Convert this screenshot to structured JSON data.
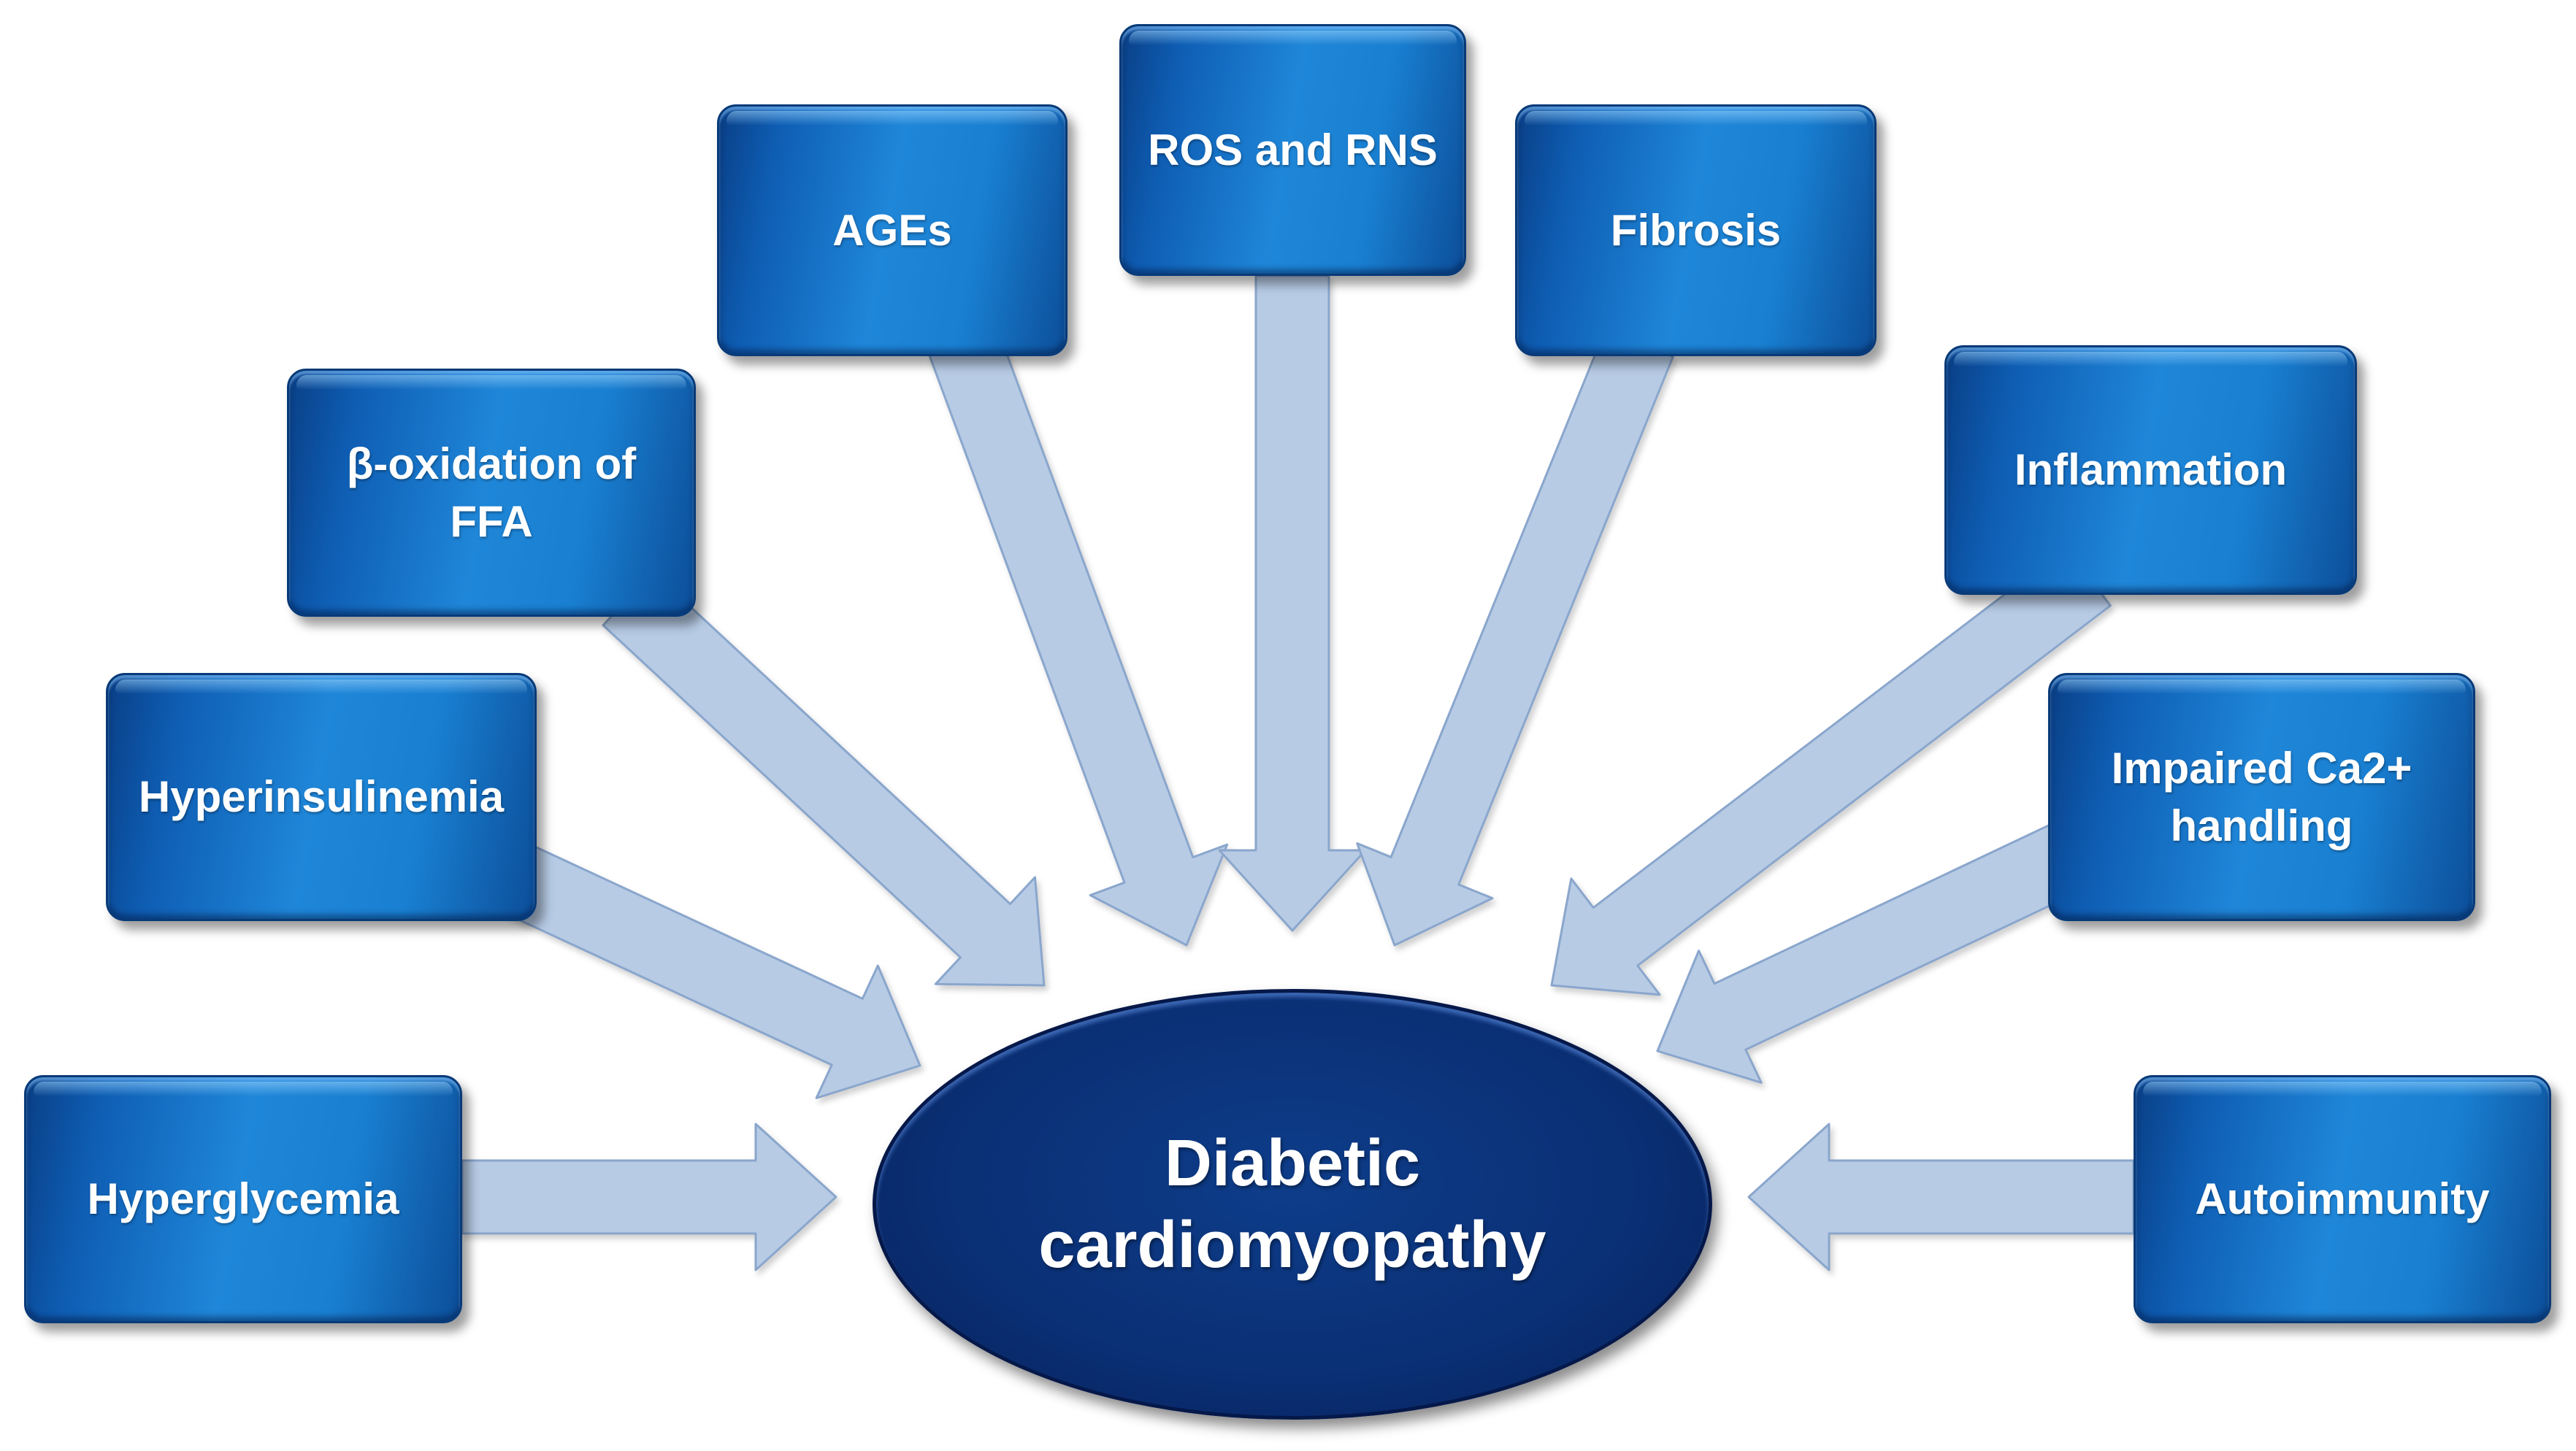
{
  "center": {
    "line1": "Diabetic",
    "line2": "cardiomyopathy"
  },
  "factors": {
    "hyperglycemia": "Hyperglycemia",
    "hyperinsulinemia": "Hyperinsulinemia",
    "beta_oxidation_line1": "β-oxidation of",
    "beta_oxidation_line2": "FFA",
    "ages": "AGEs",
    "ros_rns": "ROS and RNS",
    "fibrosis": "Fibrosis",
    "inflammation": "Inflammation",
    "impaired_ca_line1": "Impaired Ca2+",
    "impaired_ca_line2": "handling",
    "autoimmunity": "Autoimmunity"
  },
  "colors": {
    "box": "#1a7fd3",
    "center": "#0a2f74",
    "arrow_fill": "#b7cbe5",
    "arrow_stroke": "#8aa6cc"
  }
}
